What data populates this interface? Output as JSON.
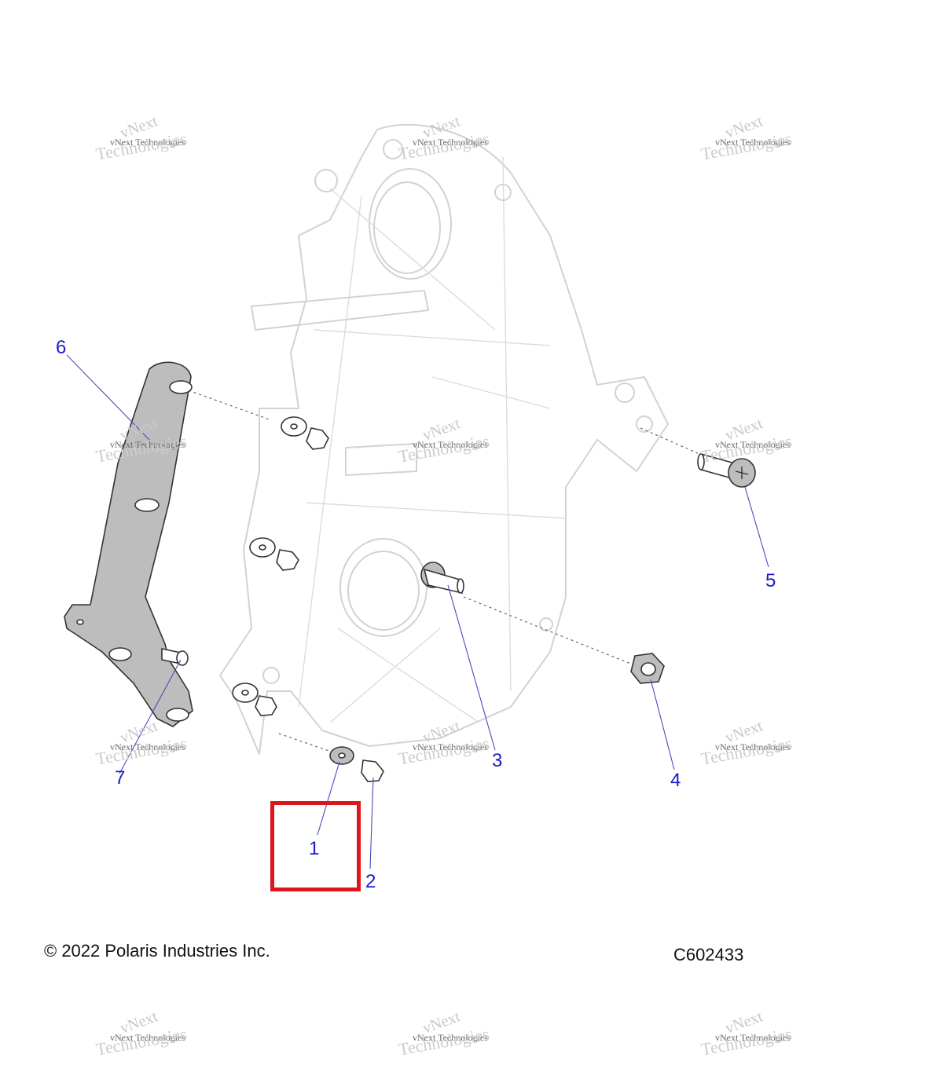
{
  "callouts": [
    {
      "id": "1",
      "label": "1"
    },
    {
      "id": "2",
      "label": "2"
    },
    {
      "id": "3",
      "label": "3"
    },
    {
      "id": "4",
      "label": "4"
    },
    {
      "id": "5",
      "label": "5"
    },
    {
      "id": "6",
      "label": "6"
    },
    {
      "id": "7",
      "label": "7"
    }
  ],
  "watermark": {
    "line1": "vNext",
    "line2": "vNext Technologies",
    "line3": "Technologies"
  },
  "footer": {
    "copyright": "© 2022 Polaris Industries Inc.",
    "figure_code": "C602433"
  },
  "highlighted_callout": "1",
  "colors": {
    "callout": "#1a1acc",
    "highlight": "#e0141c",
    "part_fill": "#bdbdbd"
  }
}
